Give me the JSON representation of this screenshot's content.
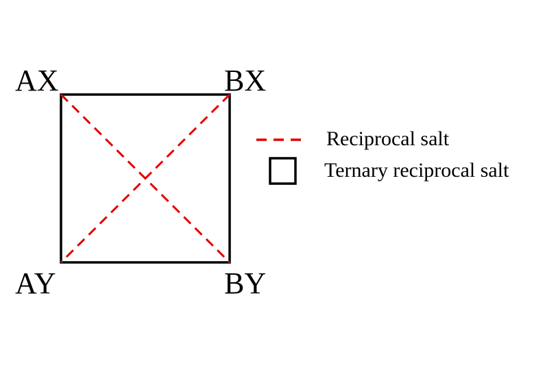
{
  "corners": {
    "top_left": "AX",
    "top_right": "BX",
    "bottom_left": "AY",
    "bottom_right": "BY"
  },
  "legend": {
    "dashed_label": "Reciprocal salt",
    "square_label": "Ternary reciprocal salt"
  },
  "colors": {
    "dashed": "#e00000",
    "square": "#000000"
  }
}
